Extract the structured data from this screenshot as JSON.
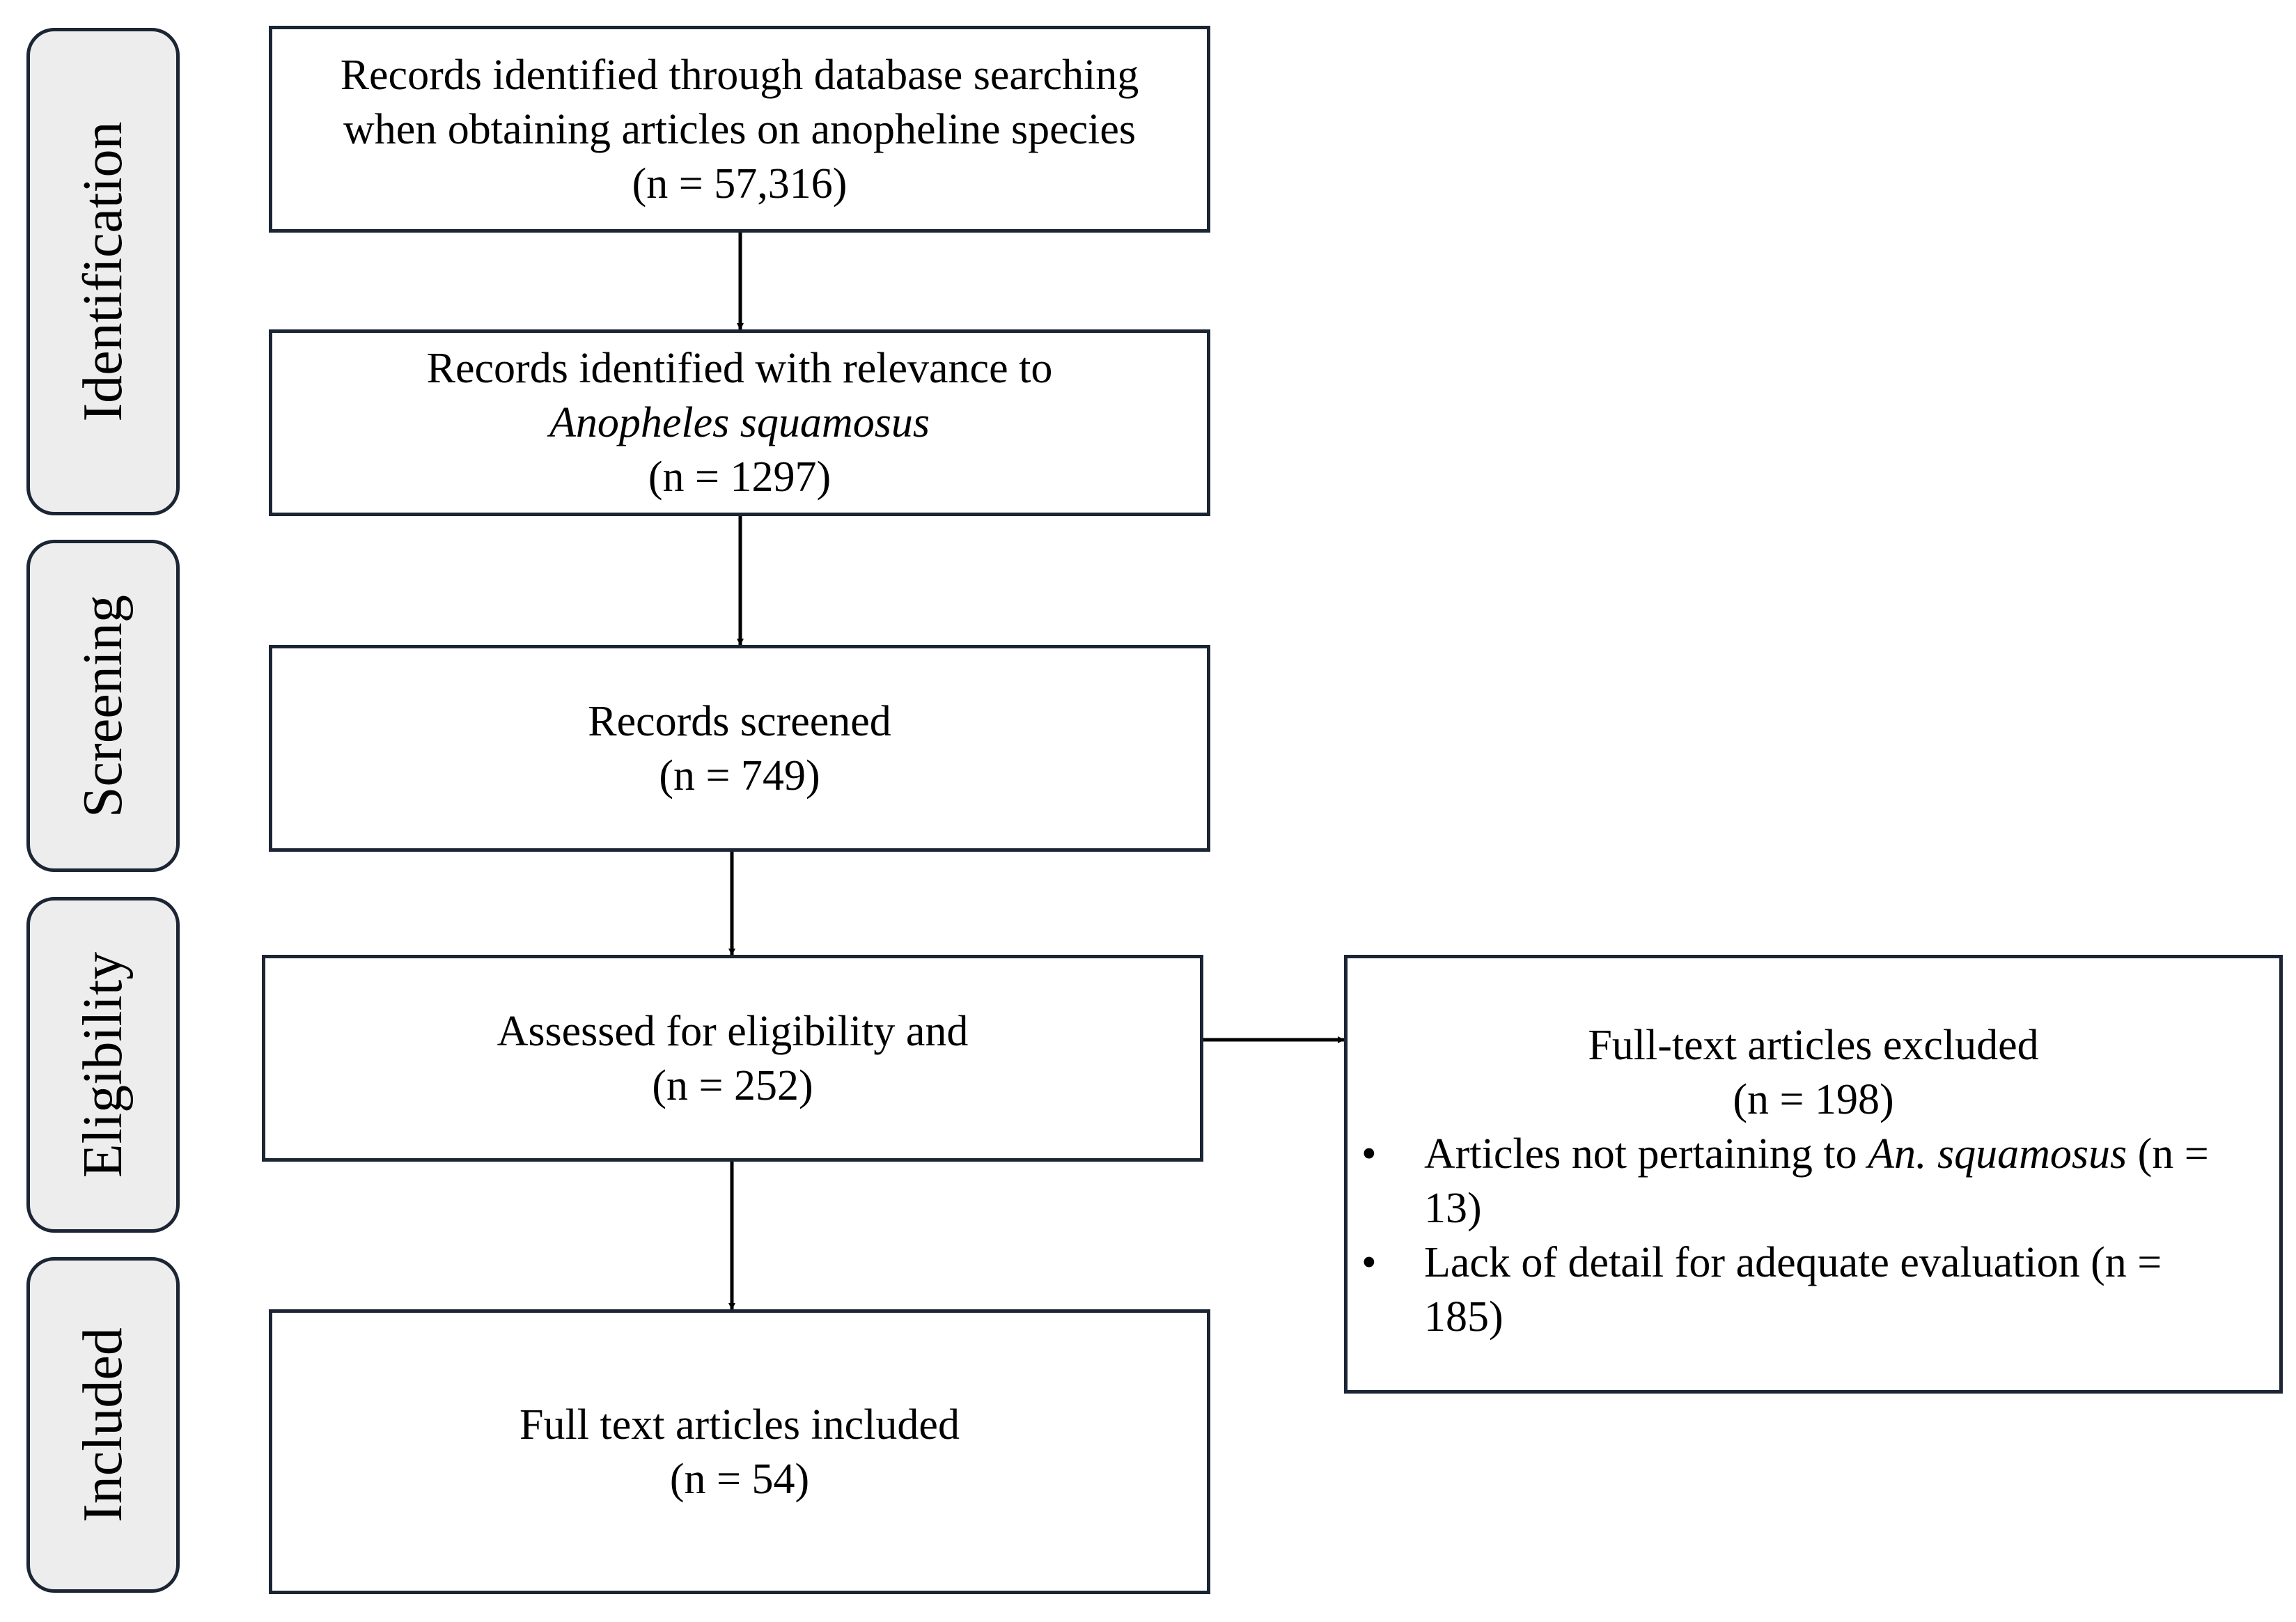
{
  "stages": {
    "identification": "Identification",
    "screening": "Screening",
    "eligibility": "Eligibility",
    "included": "Included"
  },
  "boxes": {
    "identified_db": {
      "line1": "Records identified through database searching",
      "line2": "when obtaining articles on anopheline species",
      "count": "(n = 57,316)"
    },
    "identified_relevance": {
      "line1": "Records identified with relevance to",
      "species": "Anopheles squamosus",
      "count": "(n = 1297)"
    },
    "screened": {
      "line1": "Records screened",
      "count": "(n = 749)"
    },
    "eligibility": {
      "line1": "Assessed for eligibility and",
      "count": "(n = 252)"
    },
    "included": {
      "line1": "Full text articles included",
      "count": "(n = 54)"
    },
    "excluded": {
      "title": "Full-text articles excluded",
      "count": "(n = 198)",
      "bullet": "•",
      "reason1_pre": "Articles not pertaining to ",
      "reason1_species": "An. squamosus",
      "reason1_post": " (n = 13)",
      "reason2": "Lack of detail for adequate evaluation (n = 185)"
    }
  }
}
